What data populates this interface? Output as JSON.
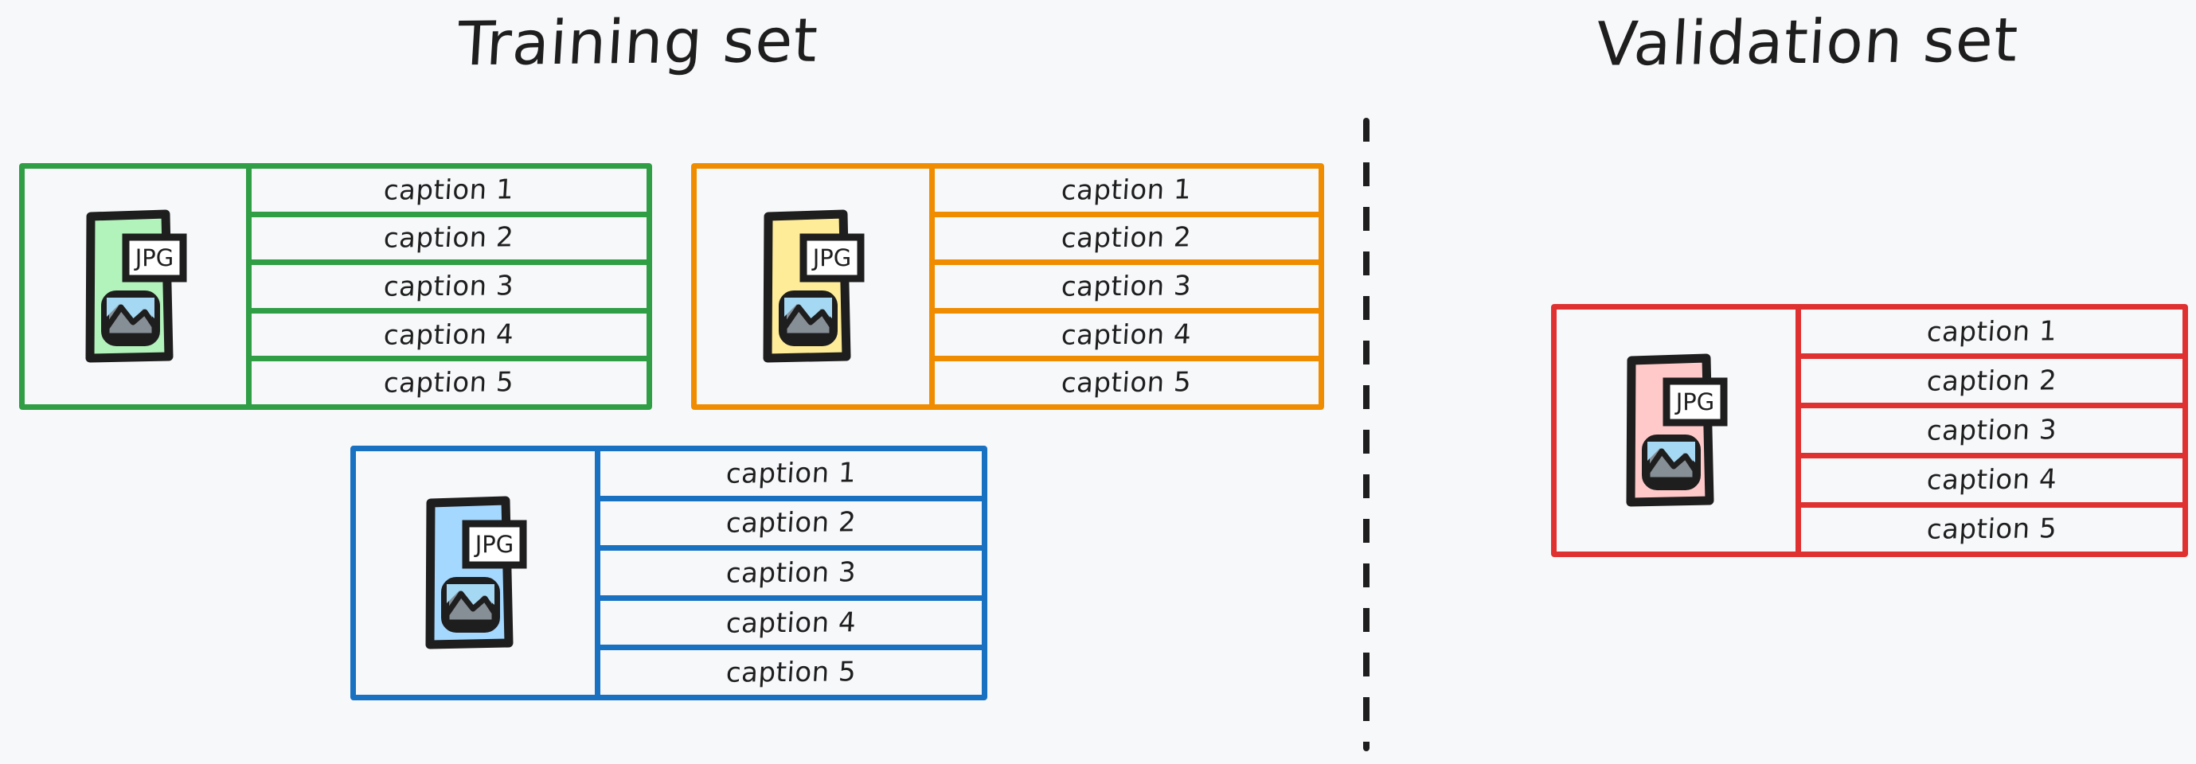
{
  "background_color": "#f7f8fa",
  "headings": {
    "training": "Training set",
    "validation": "Validation set"
  },
  "divider": {
    "name": "dashed-divider",
    "style": "dashed-vertical",
    "color": "#1e1e1e"
  },
  "file_icon": {
    "label": "JPG",
    "glyph": "image-thumbnail",
    "sky_color": "#a5d8f3",
    "mountain_color": "#868e96",
    "outline_color": "#1e1e1e"
  },
  "sets": [
    {
      "name": "training",
      "title": "Training set",
      "samples": [
        {
          "id": "green",
          "accent_color": "#2f9e44",
          "image_fill": "#b2f2bb",
          "file_label": "JPG",
          "captions": [
            "caption 1",
            "caption 2",
            "caption 3",
            "caption 4",
            "caption 5"
          ]
        },
        {
          "id": "orange",
          "accent_color": "#f08c00",
          "image_fill": "#ffec99",
          "file_label": "JPG",
          "captions": [
            "caption 1",
            "caption 2",
            "caption 3",
            "caption 4",
            "caption 5"
          ]
        },
        {
          "id": "blue",
          "accent_color": "#1971c2",
          "image_fill": "#a5d8ff",
          "file_label": "JPG",
          "captions": [
            "caption 1",
            "caption 2",
            "caption 3",
            "caption 4",
            "caption 5"
          ]
        }
      ]
    },
    {
      "name": "validation",
      "title": "Validation set",
      "samples": [
        {
          "id": "red",
          "accent_color": "#e03131",
          "image_fill": "#ffc9c9",
          "file_label": "JPG",
          "captions": [
            "caption 1",
            "caption 2",
            "caption 3",
            "caption 4",
            "caption 5"
          ]
        }
      ]
    }
  ]
}
